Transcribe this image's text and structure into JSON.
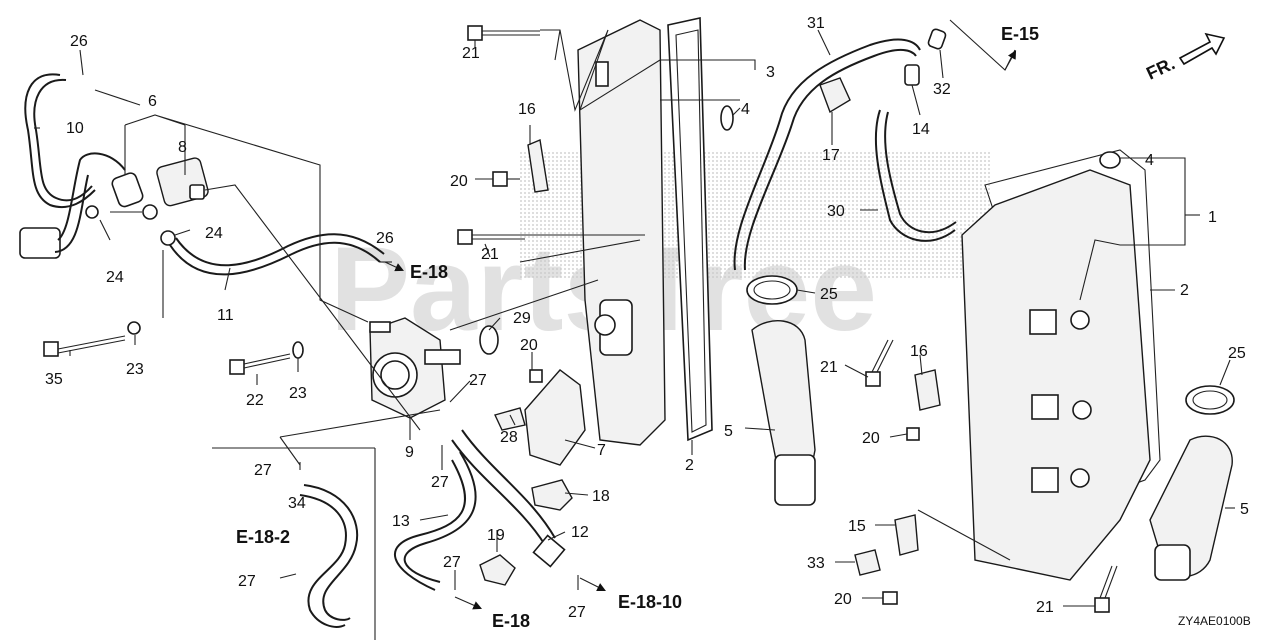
{
  "diagram": {
    "watermark": "PartsTree",
    "figure_code": "ZY4AE0100B",
    "front_indicator": "FR.",
    "callouts": [
      "1",
      "2",
      "2",
      "3",
      "4",
      "4",
      "5",
      "5",
      "6",
      "7",
      "8",
      "9",
      "10",
      "11",
      "12",
      "13",
      "14",
      "15",
      "16",
      "16",
      "17",
      "18",
      "19",
      "20",
      "20",
      "20",
      "20",
      "21",
      "21",
      "21",
      "21",
      "22",
      "23",
      "23",
      "24",
      "24",
      "25",
      "25",
      "26",
      "26",
      "27",
      "27",
      "27",
      "27",
      "27",
      "27",
      "28",
      "29",
      "30",
      "31",
      "32",
      "33",
      "34",
      "35"
    ],
    "references": [
      "E-15",
      "E-18",
      "E-18",
      "E-18-2",
      "E-18-10"
    ]
  }
}
